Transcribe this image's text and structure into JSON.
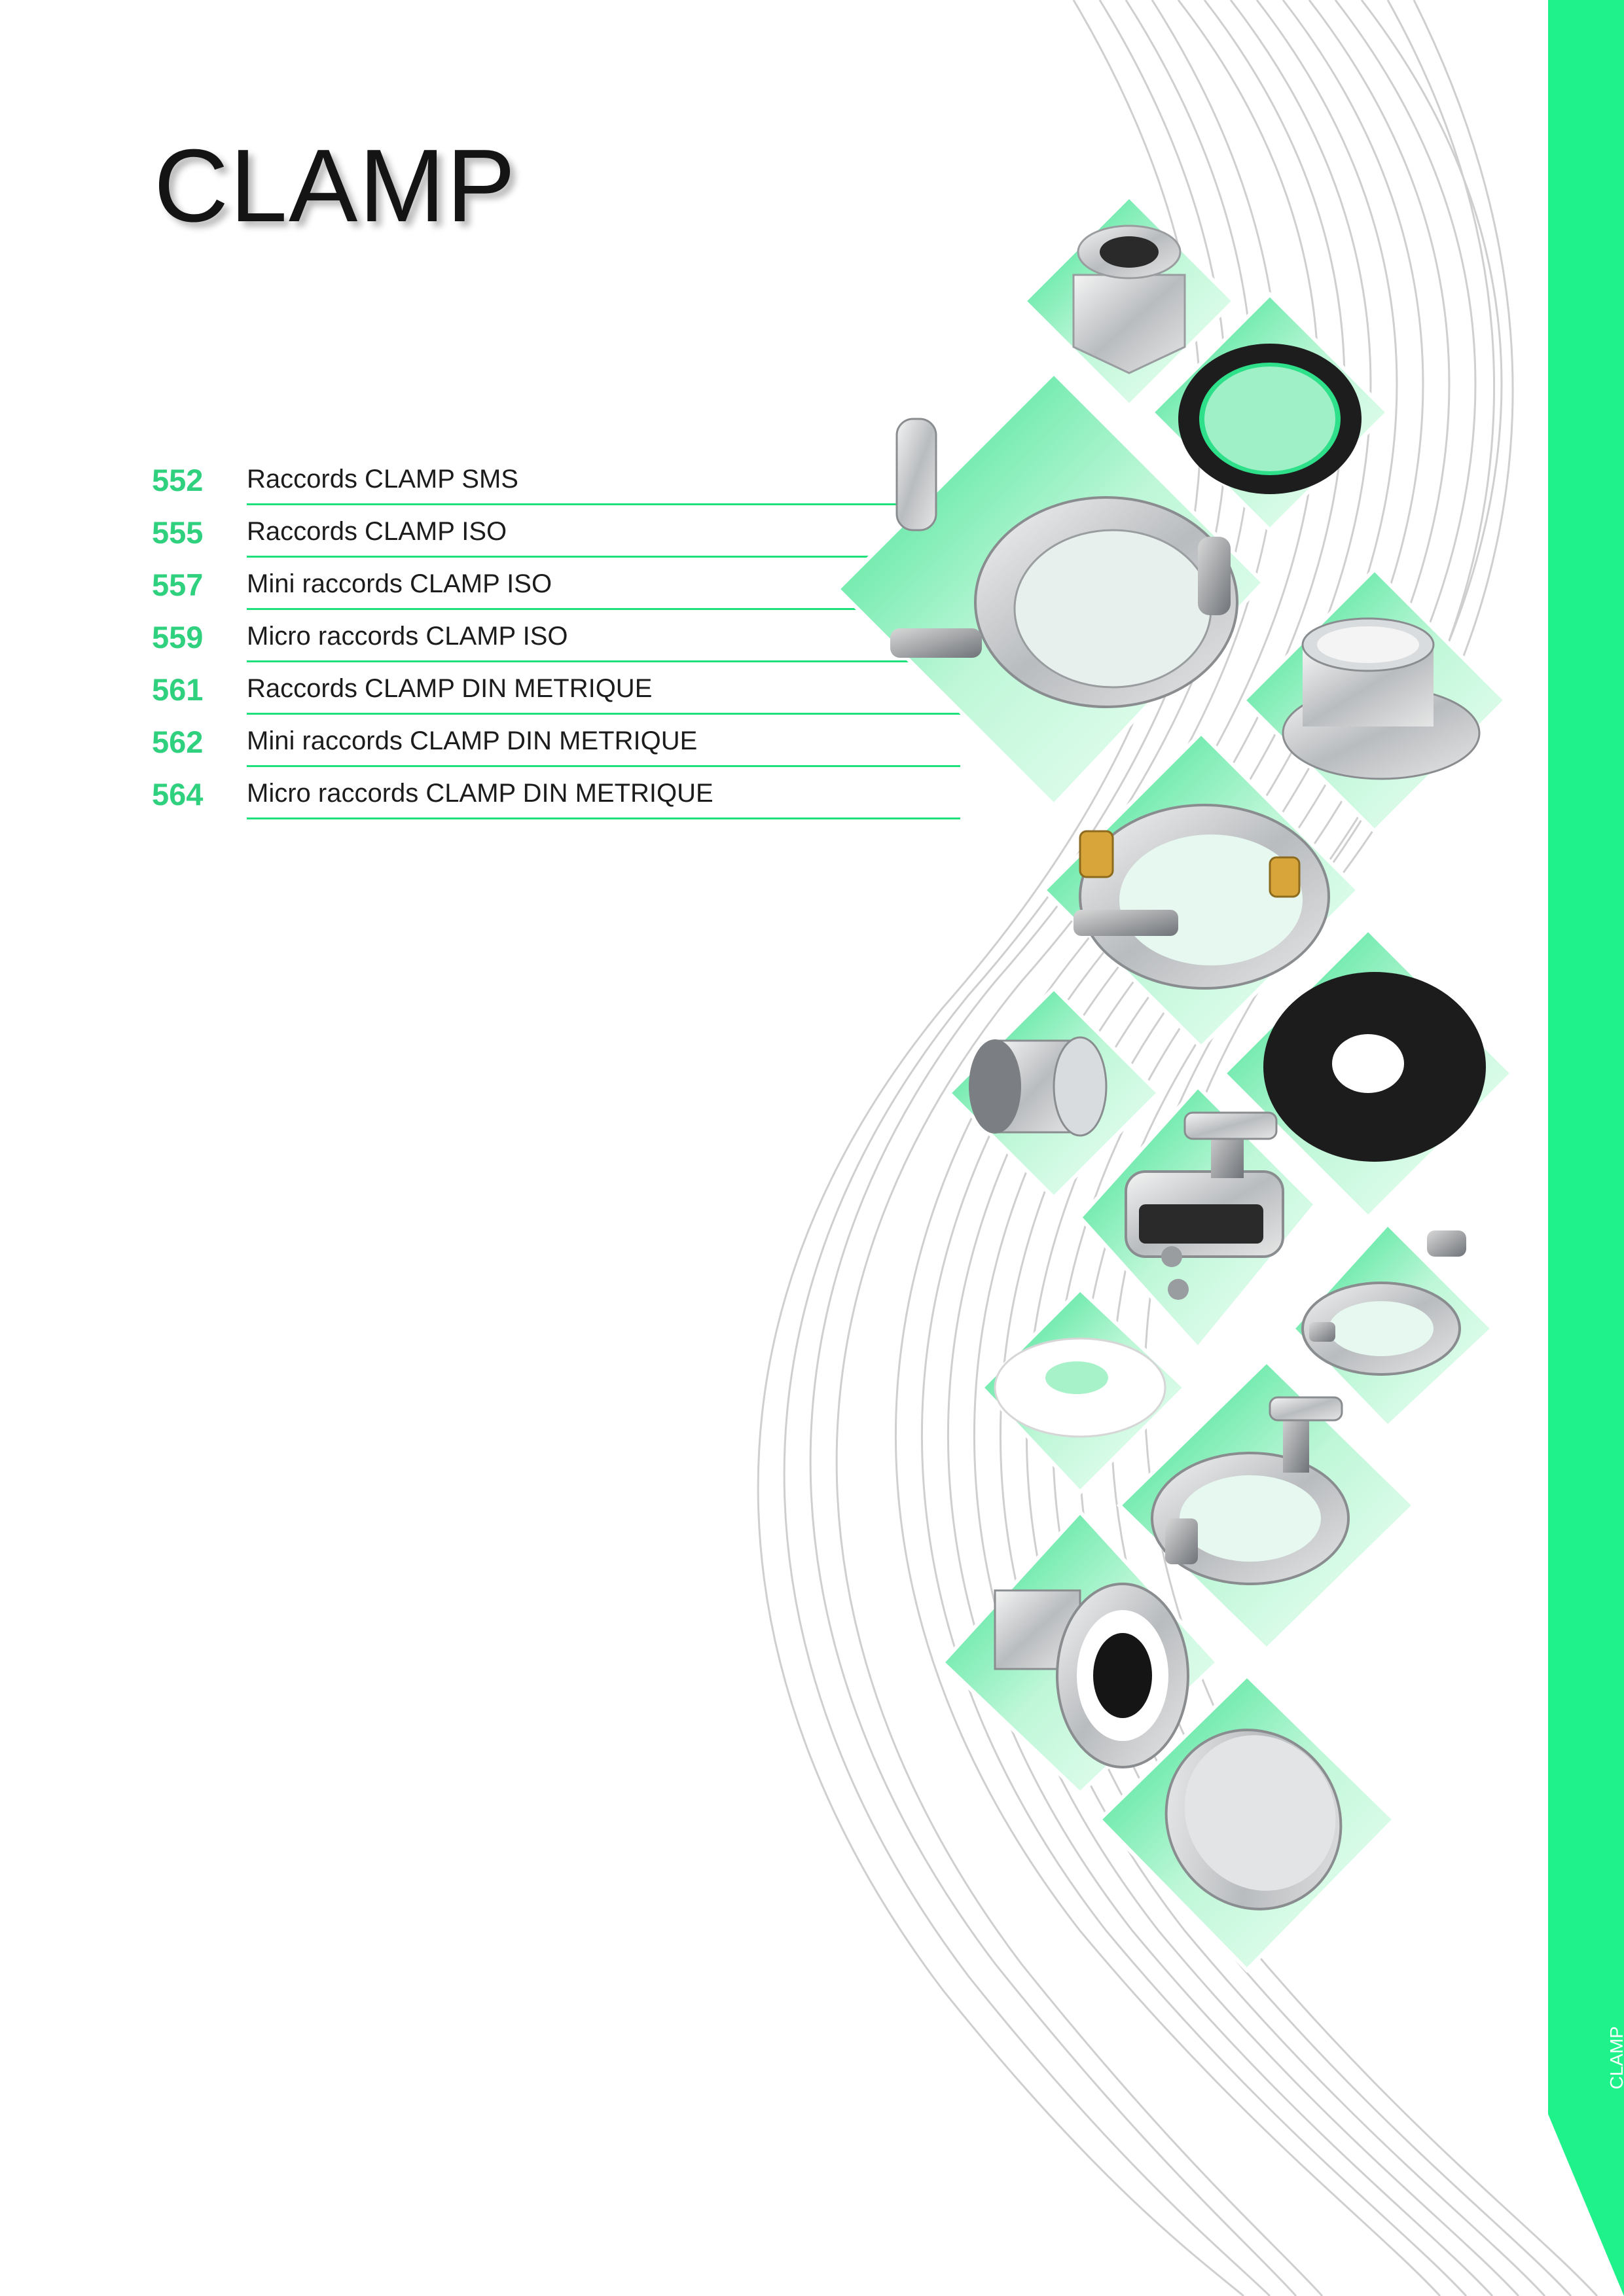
{
  "title": "CLAMP",
  "toc": [
    {
      "page": "552",
      "label": "Raccords CLAMP SMS"
    },
    {
      "page": "555",
      "label": "Raccords CLAMP ISO"
    },
    {
      "page": "557",
      "label": "Mini raccords CLAMP ISO"
    },
    {
      "page": "559",
      "label": "Micro raccords CLAMP ISO"
    },
    {
      "page": "561",
      "label": "Raccords CLAMP DIN METRIQUE"
    },
    {
      "page": "562",
      "label": "Mini raccords CLAMP DIN METRIQUE"
    },
    {
      "page": "564",
      "label": "Micro raccords CLAMP DIN METRIQUE"
    }
  ],
  "side_label": "CLAMP",
  "colors": {
    "accent": "#1ff28a",
    "number": "#2fd07e",
    "rule": "#1fe07a",
    "tile_dark": "#2fe08a",
    "tile_light": "#e9fff3",
    "wave": "#cfcfcf"
  },
  "products": [
    "hex-nut-icon",
    "gasket-ring-icon",
    "clamp-collar-icon",
    "ferrule-icon",
    "hinged-clamp-icon",
    "short-ferrule-icon",
    "flat-gasket-icon",
    "wing-clamp-icon",
    "mini-clamp-icon",
    "ptfe-gasket-icon",
    "wing-clamp-large-icon",
    "flanged-ferrule-icon",
    "blank-cap-icon"
  ]
}
